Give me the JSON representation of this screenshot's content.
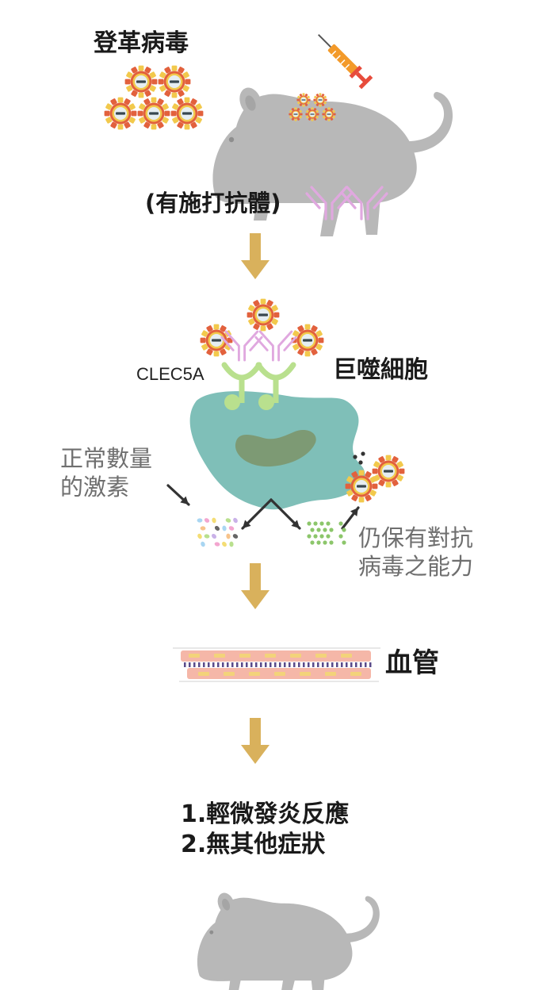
{
  "virus_title": "登革病毒",
  "antibody_note": "(有施打抗體)",
  "receptor_label": "CLEC5A",
  "cell_label": "巨噬細胞",
  "hormone_label": [
    "正常數量",
    "的激素"
  ],
  "ability_label": [
    "仍保有對抗",
    "病毒之能力"
  ],
  "vessel_label": "血管",
  "outcomes": [
    "1.輕微發炎反應",
    "2.無其他症狀"
  ],
  "colors": {
    "mouse": "#b8b8b8",
    "arrow": "#d9b15c",
    "macrophage": "#7fbfb8",
    "nucleus": "#7d9a74",
    "receptor": "#b9e08e",
    "antibody": "#e0a8df",
    "virus_outer": "#e2613d",
    "virus_ring": "#f2c94c",
    "virus_core": "#e6eef2",
    "vessel": "#f5b7a8",
    "vessel_inner": "#f3d37a",
    "syringe_body": "#f39a2a"
  },
  "icons": [
    "virus-icon",
    "syringe-icon",
    "mouse-icon",
    "antibody-icon",
    "arrow-down-icon",
    "macrophage-icon",
    "blood-vessel-icon"
  ]
}
